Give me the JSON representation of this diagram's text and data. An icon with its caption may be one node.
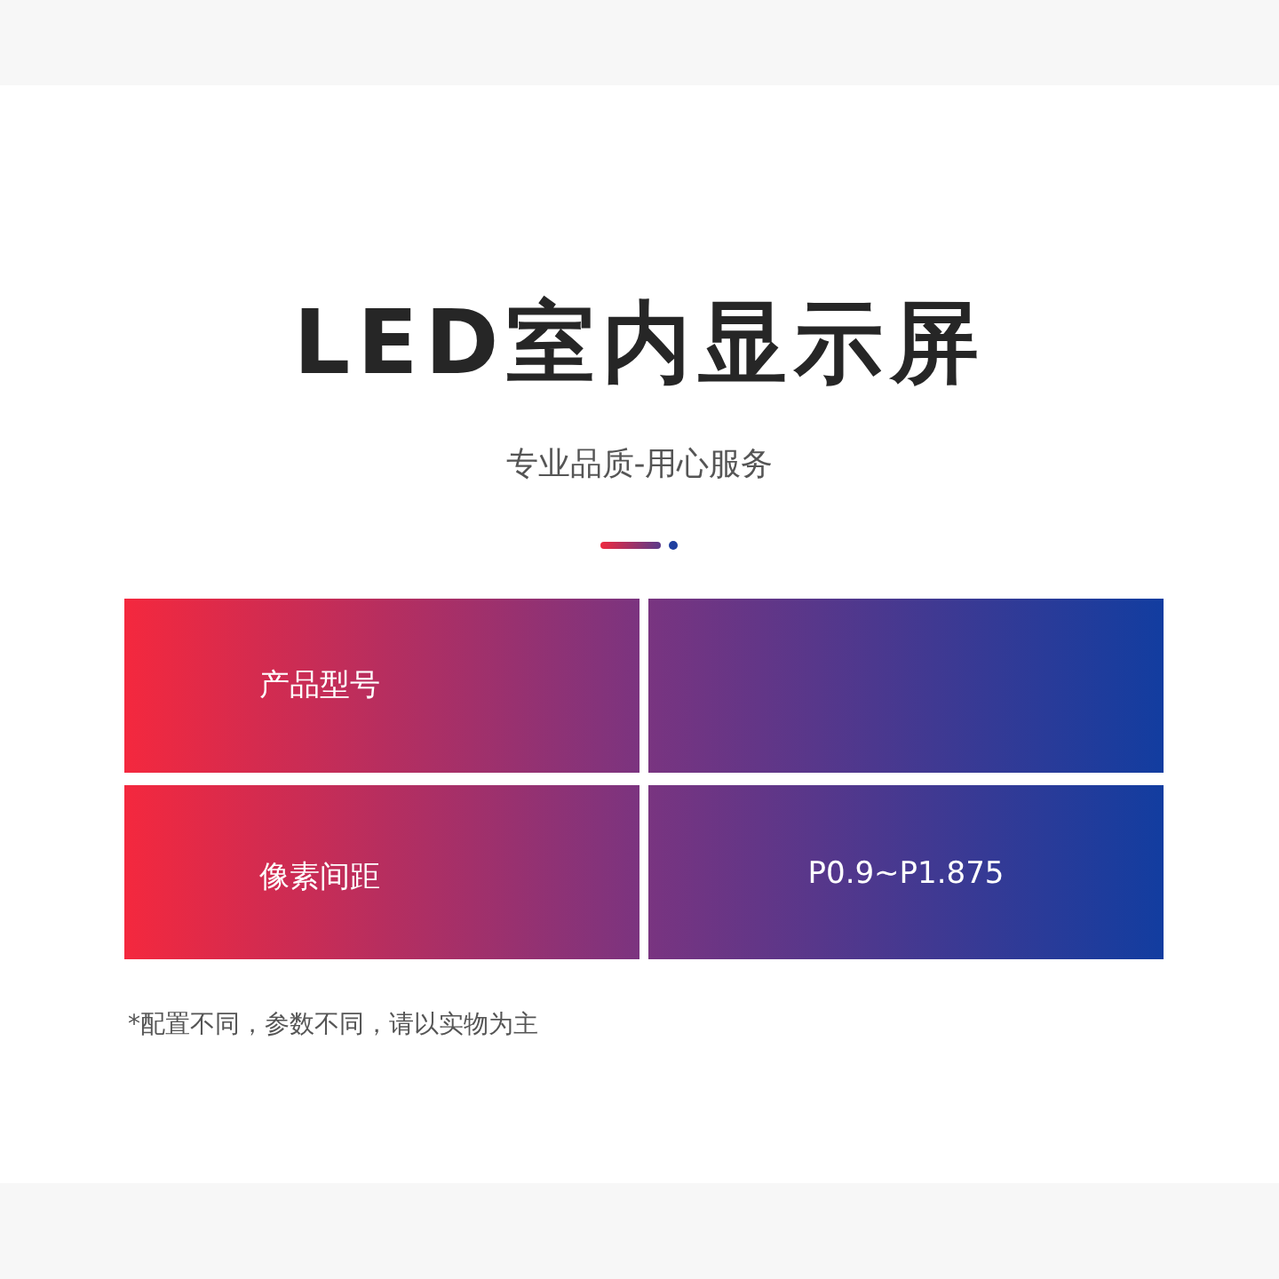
{
  "diagram": {
    "title": "LED室内显示屏",
    "labels": [
      "专业品质-用心服务",
      "产品型号",
      "像素间距",
      "P0.9~P1.875",
      "*配置不同，参数不同，请以实物为主"
    ]
  }
}
